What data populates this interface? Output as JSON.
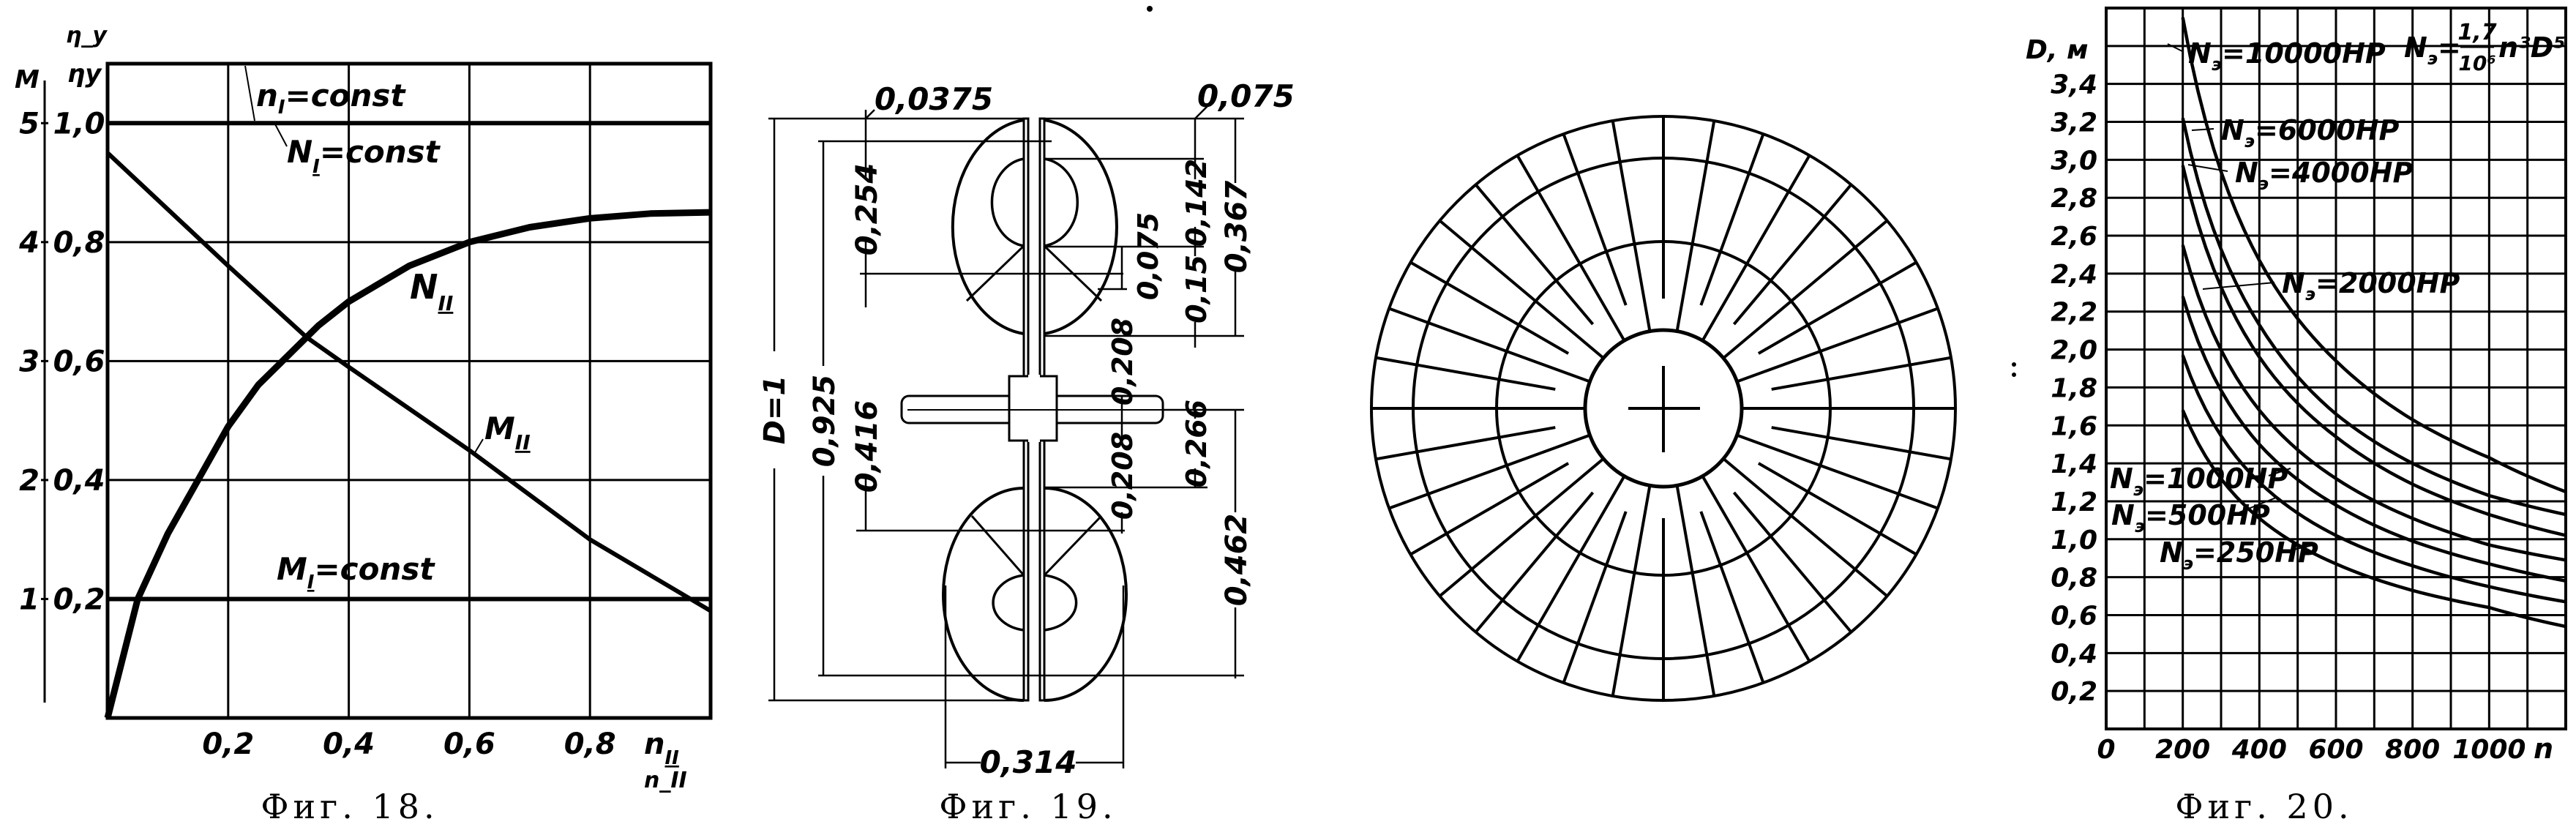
{
  "page": {
    "ink_color": "#000000",
    "paper_color": "#ffffff"
  },
  "fig18": {
    "caption": "Фиг. 18.",
    "left_axis_label": "M",
    "right_axis_label": "ηy",
    "m_ticks": [
      "1",
      "2",
      "3",
      "4",
      "5"
    ],
    "eta_ticks": [
      "0,2",
      "0,4",
      "0,6",
      "0,8",
      "1,0"
    ],
    "x_ticks": [
      "0,2",
      "0,4",
      "0,6",
      "0,8"
    ],
    "x_label": {
      "main": "n",
      "sub": "II"
    },
    "labels": {
      "n1_const": {
        "main": "n",
        "sub": "I",
        "rest": "=const"
      },
      "N1_const": {
        "main": "N",
        "sub": "I",
        "rest": "=const"
      },
      "N2": {
        "main": "N",
        "sub": "II"
      },
      "M2": {
        "main": "M",
        "sub": "II"
      },
      "M1_const": {
        "main": "M",
        "sub": "I",
        "rest": "=const"
      }
    }
  },
  "fig19": {
    "caption": "Фиг. 19.",
    "dimensions": {
      "d_total": "D=1",
      "d0925": "0,925",
      "d0416": "0,416",
      "d0254": "0,254",
      "d00375": "0,0375",
      "d0075_top": "0,075",
      "d0142": "0,142",
      "d015": "0,15",
      "d0367": "0,367",
      "d0075_mid": "0,075",
      "d0208_up": "0,208",
      "d0208_low": "0,208",
      "d0266": "0,266",
      "d0462": "0,462",
      "d0314": "0,314"
    }
  },
  "fig20": {
    "caption": "Фиг. 20.",
    "y_label": "D, м",
    "formula": {
      "lhs_main": "N",
      "lhs_sub": "э",
      "num": "1,7",
      "den": "10⁶",
      "rhs": "n³D⁵"
    },
    "curve_labels": [
      {
        "main": "N",
        "sub": "э",
        "rest": "=10000HP"
      },
      {
        "main": "N",
        "sub": "э",
        "rest": "=6000HP"
      },
      {
        "main": "N",
        "sub": "э",
        "rest": "=4000HP"
      },
      {
        "main": "N",
        "sub": "э",
        "rest": "=2000HP"
      },
      {
        "main": "N",
        "sub": "э",
        "rest": "=1000HP"
      },
      {
        "main": "N",
        "sub": "э",
        "rest": "=500HP"
      },
      {
        "main": "N",
        "sub": "э",
        "rest": "=250HP"
      }
    ],
    "x_label": "n"
  },
  "chart_data": [
    {
      "id": "fig18",
      "type": "line",
      "title": "Фиг. 18.",
      "xlabel": "n_II",
      "ylabel_left": "M",
      "ylabel_right": "η_y",
      "xlim": [
        0,
        1.0
      ],
      "ylim_eta": [
        0,
        1.1
      ],
      "ylim_M": [
        0,
        5.5
      ],
      "x_ticks": [
        0.2,
        0.4,
        0.6,
        0.8
      ],
      "eta_ticks": [
        0.2,
        0.4,
        0.6,
        0.8,
        1.0
      ],
      "m_ticks": [
        1,
        2,
        3,
        4,
        5
      ],
      "grid": true,
      "series": [
        {
          "name": "N_II",
          "axis": "eta",
          "x": [
            0,
            0.05,
            0.1,
            0.15,
            0.2,
            0.25,
            0.3,
            0.35,
            0.4,
            0.5,
            0.6,
            0.7,
            0.8,
            0.9,
            1.0
          ],
          "y": [
            0,
            0.2,
            0.31,
            0.4,
            0.49,
            0.56,
            0.61,
            0.66,
            0.7,
            0.76,
            0.8,
            0.825,
            0.84,
            0.848,
            0.85
          ]
        },
        {
          "name": "M_II",
          "axis": "M",
          "x": [
            0,
            0.2,
            0.33,
            0.4,
            0.6,
            0.8,
            1.0
          ],
          "y": [
            4.75,
            3.8,
            3.2,
            2.95,
            2.25,
            1.5,
            0.9
          ]
        },
        {
          "name": "n_I = const",
          "axis": "eta",
          "x": [
            0,
            1.0
          ],
          "y": [
            1.1,
            1.1
          ]
        },
        {
          "name": "N_I = const",
          "axis": "eta",
          "x": [
            0,
            1.0
          ],
          "y": [
            1.0,
            1.0
          ]
        },
        {
          "name": "M_I = const",
          "axis": "eta",
          "x": [
            0,
            1.0
          ],
          "y": [
            0.2,
            0.2
          ]
        }
      ]
    },
    {
      "id": "fig20",
      "type": "line",
      "title": "Фиг. 20.",
      "xlabel": "n",
      "ylabel": "D, м",
      "xlim": [
        0,
        1200
      ],
      "ylim": [
        0,
        3.8
      ],
      "x_ticks": [
        0,
        200,
        400,
        600,
        800,
        1000
      ],
      "y_ticks": [
        0.2,
        0.4,
        0.6,
        0.8,
        1.0,
        1.2,
        1.4,
        1.6,
        1.8,
        2.0,
        2.2,
        2.4,
        2.6,
        2.8,
        3.0,
        3.2,
        3.4
      ],
      "y_tick_labels": [
        "0,2",
        "0,4",
        "0,6",
        "0,8",
        "1,0",
        "1,2",
        "1,4",
        "1,6",
        "1,8",
        "2,0",
        "2,2",
        "2,4",
        "2,6",
        "2,8",
        "3,0",
        "3,2",
        "3,4"
      ],
      "grid": true,
      "x": [
        200,
        400,
        600,
        800,
        1000,
        1200
      ],
      "series": [
        {
          "name": "Nэ=10000HP",
          "values": [
            3.75,
            2.47,
            1.94,
            1.63,
            1.43,
            1.25
          ]
        },
        {
          "name": "Nэ=6000HP",
          "values": [
            3.22,
            2.13,
            1.66,
            1.4,
            1.23,
            1.13
          ]
        },
        {
          "name": "Nэ=4000HP",
          "values": [
            2.97,
            1.96,
            1.54,
            1.29,
            1.13,
            1.02
          ]
        },
        {
          "name": "Nэ=2000HP",
          "values": [
            2.55,
            1.68,
            1.32,
            1.11,
            0.97,
            0.89
          ]
        },
        {
          "name": "Nэ=1000HP",
          "values": [
            2.28,
            1.5,
            1.18,
            0.99,
            0.87,
            0.78
          ]
        },
        {
          "name": "Nэ=500HP",
          "values": [
            1.97,
            1.3,
            1.02,
            0.86,
            0.75,
            0.67
          ]
        },
        {
          "name": "Nэ=250HP",
          "values": [
            1.68,
            1.11,
            0.87,
            0.73,
            0.64,
            0.54
          ]
        }
      ]
    }
  ]
}
